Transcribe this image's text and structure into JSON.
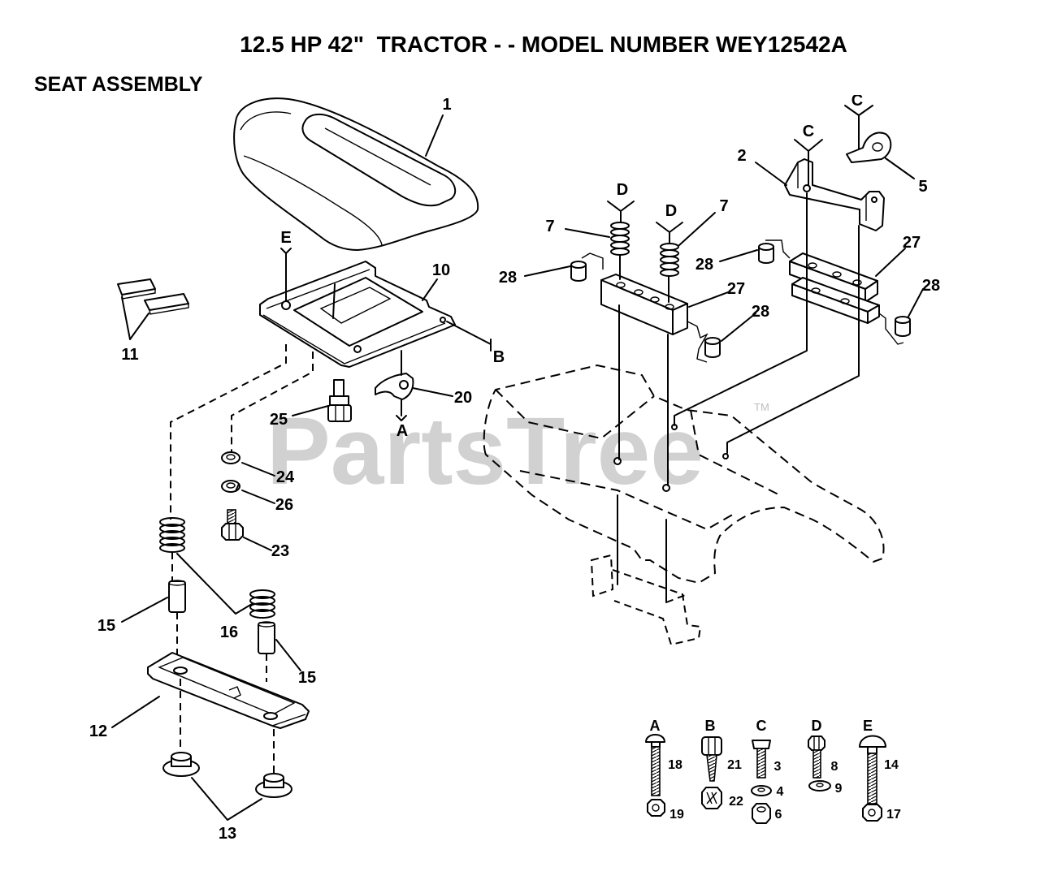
{
  "header": {
    "title": "12.5 HP 42\"  TRACTOR - - MODEL NUMBER WEY12542A",
    "section": "SEAT ASSEMBLY"
  },
  "callouts": [
    "1",
    "2",
    "5",
    "C",
    "C",
    "D",
    "D",
    "7",
    "7",
    "27",
    "27",
    "28",
    "28",
    "28",
    "28",
    "E",
    "10",
    "11",
    "B",
    "20",
    "A",
    "25",
    "24",
    "26",
    "23",
    "15",
    "16",
    "15",
    "12",
    "13"
  ],
  "hardware_key": [
    {
      "letter": "A",
      "parts": [
        "18",
        "19"
      ]
    },
    {
      "letter": "B",
      "parts": [
        "21",
        "22"
      ]
    },
    {
      "letter": "C",
      "parts": [
        "3",
        "4",
        "6"
      ]
    },
    {
      "letter": "D",
      "parts": [
        "8",
        "9"
      ]
    },
    {
      "letter": "E",
      "parts": [
        "14",
        "17"
      ]
    }
  ],
  "watermark": {
    "text": "PartsTree",
    "mark": "TM"
  },
  "colors": {
    "line": "#000000",
    "watermark": "#c9c9c9",
    "background": "#ffffff"
  }
}
